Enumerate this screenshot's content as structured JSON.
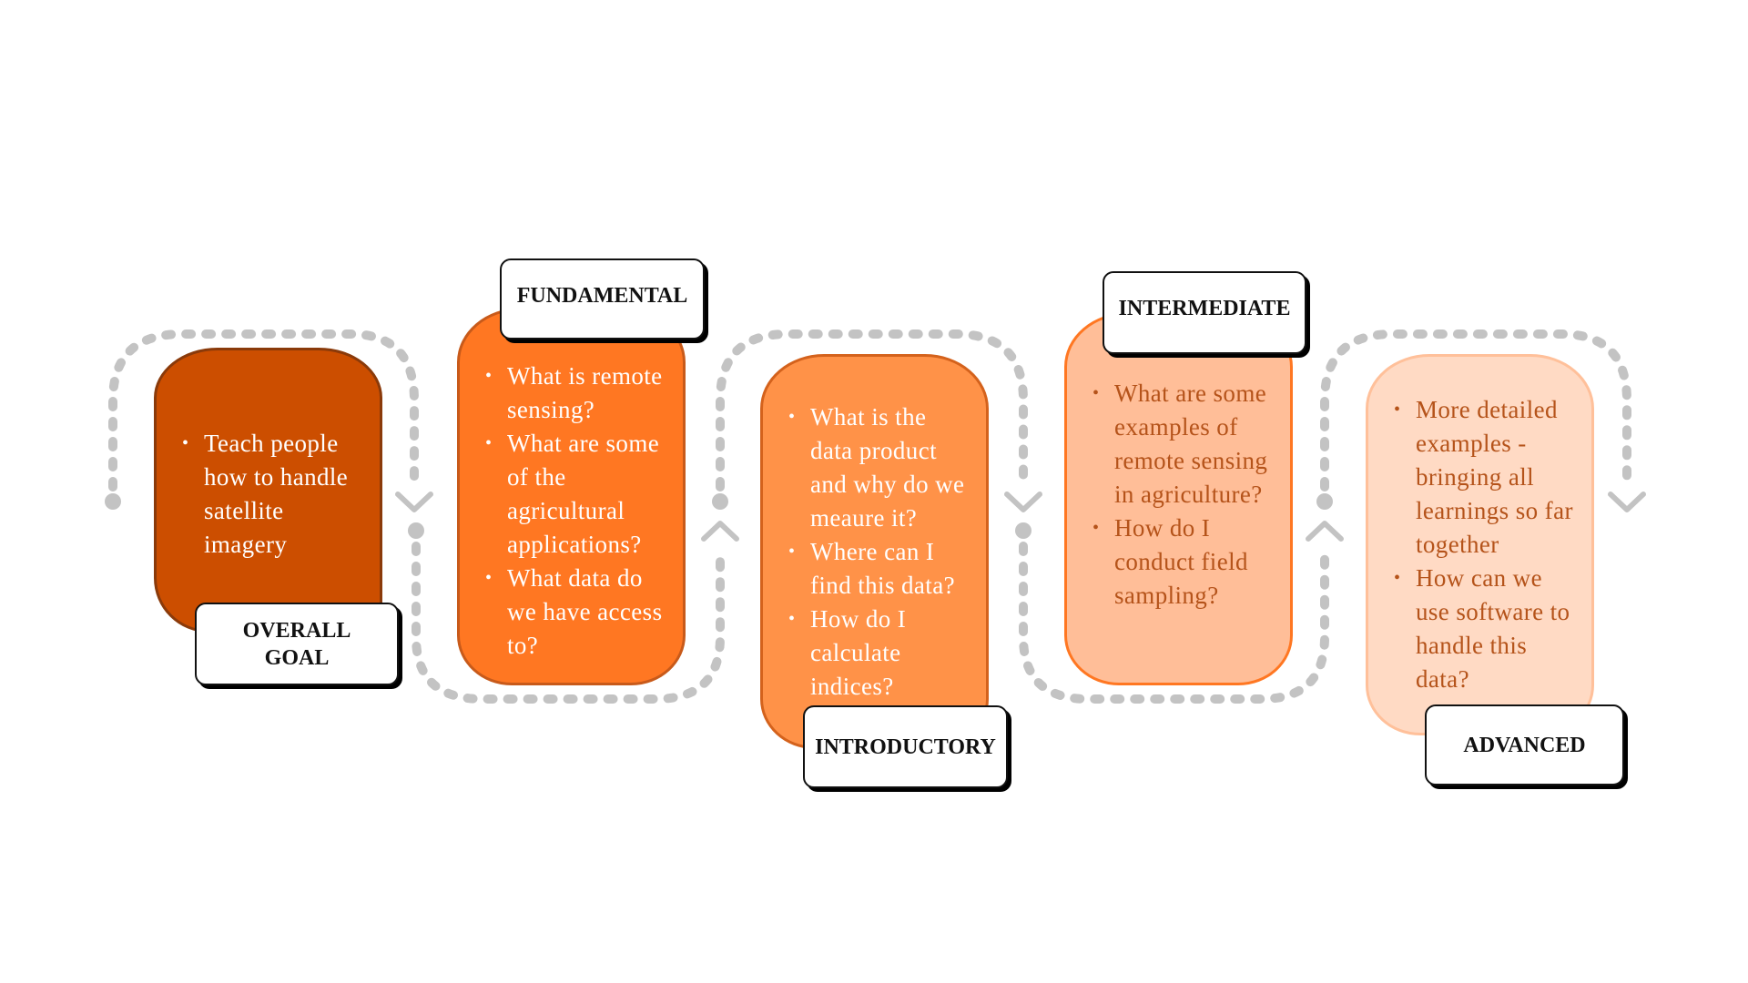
{
  "colors": {
    "connector": "#c3c3c3",
    "overall_fill": "#cc4e00",
    "fundamental_fill": "#ff7722",
    "introductory_fill": "#ff9248",
    "intermediate_fill": "#ffbe98",
    "advanced_fill": "#ffdac4",
    "dark_text": "#b5531a"
  },
  "stages": [
    {
      "label": "OVERALL GOAL",
      "items": [
        "Teach people how to handle satellite imagery"
      ]
    },
    {
      "label": "FUNDAMENTAL",
      "items": [
        "What is remote sensing?",
        "What are some of the agricultural applications?",
        "What data do we have access to?"
      ]
    },
    {
      "label": "INTRODUCTORY",
      "items": [
        "What is the data product and why do we meaure it?",
        "Where can I find this data?",
        "How do I calculate indices?"
      ]
    },
    {
      "label": "INTERMEDIATE",
      "items": [
        "What are some examples of remote sensing in agriculture?",
        "How do I conduct field sampling?"
      ]
    },
    {
      "label": "ADVANCED",
      "items": [
        "More detailed examples - bringing all learnings so far together",
        "How can we use software to handle this data?"
      ]
    }
  ]
}
